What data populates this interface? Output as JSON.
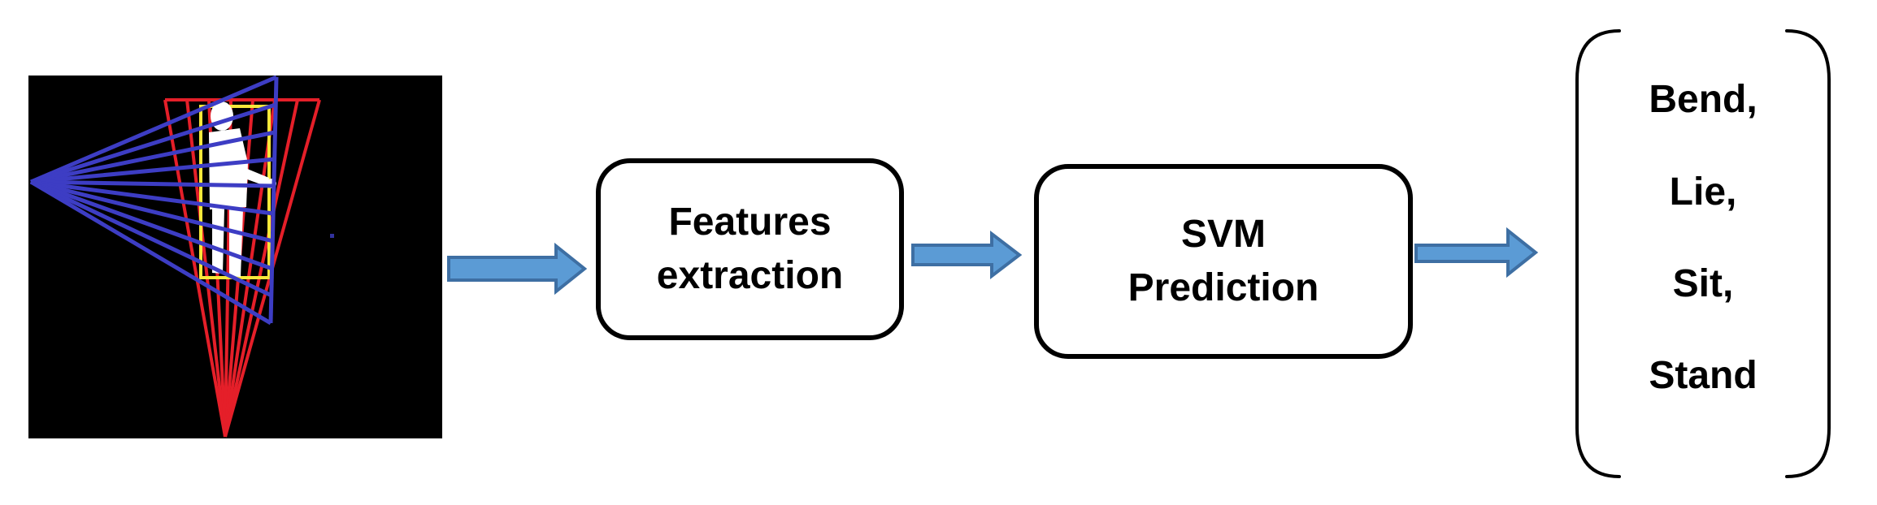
{
  "pipeline": {
    "input_image": {
      "content": "segmented person silhouette with radial scan lines and bounding box",
      "elements": [
        "blue-ray-fan",
        "red-ray-fan",
        "person-silhouette",
        "yellow-bounding-box"
      ]
    },
    "boxes": [
      {
        "line1": "Features",
        "line2": "extraction"
      },
      {
        "line1": "SVM",
        "line2": "Prediction"
      }
    ],
    "outputs": [
      "Bend,",
      "Lie,",
      "Sit,",
      "Stand"
    ],
    "colors": {
      "background": "#ffffff",
      "image_background": "#000000",
      "fan_blue": "#3d3dc4",
      "fan_red": "#e51f29",
      "highlight_yellow": "#f8e83a",
      "silhouette_white": "#ffffff",
      "arrow_fill": "#5b9bd5",
      "arrow_stroke": "#3e6fa3",
      "box_border": "#000000",
      "text_color": "#000000"
    }
  }
}
